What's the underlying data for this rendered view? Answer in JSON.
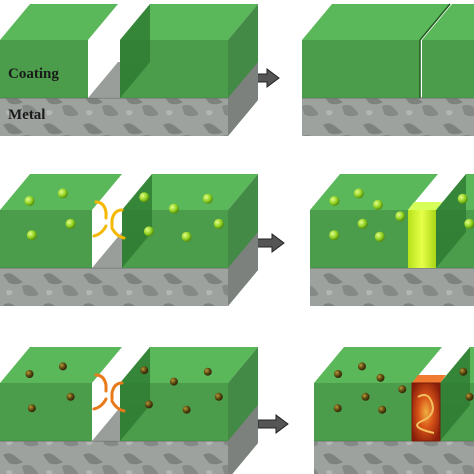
{
  "labels": {
    "coating": "Coating",
    "metal": "Metal"
  },
  "colors": {
    "background": "#ffffff",
    "coating_top": "#4cb24c",
    "coating_front": "#3f9a3f",
    "coating_side": "#2f7d32",
    "metal_front": "#9a9e9b",
    "metal_top": "#8f9490",
    "arrow": "#555555",
    "microcapsule_stage2": "#8ccf1f",
    "microcapsule_stage3": "#4a3a10",
    "release_arrow_stage2": "#f5b800",
    "release_arrow_stage3": "#e87a1a",
    "healed_stage2": "#c8ef2a",
    "healed_stage3": "#d9521a"
  },
  "stages": [
    {
      "id": "intact-crack",
      "capsules": false,
      "healing": "none"
    },
    {
      "id": "capsule-release",
      "capsules": true,
      "healing": "yellow"
    },
    {
      "id": "capsule-reaction",
      "capsules": true,
      "healing": "red"
    }
  ]
}
